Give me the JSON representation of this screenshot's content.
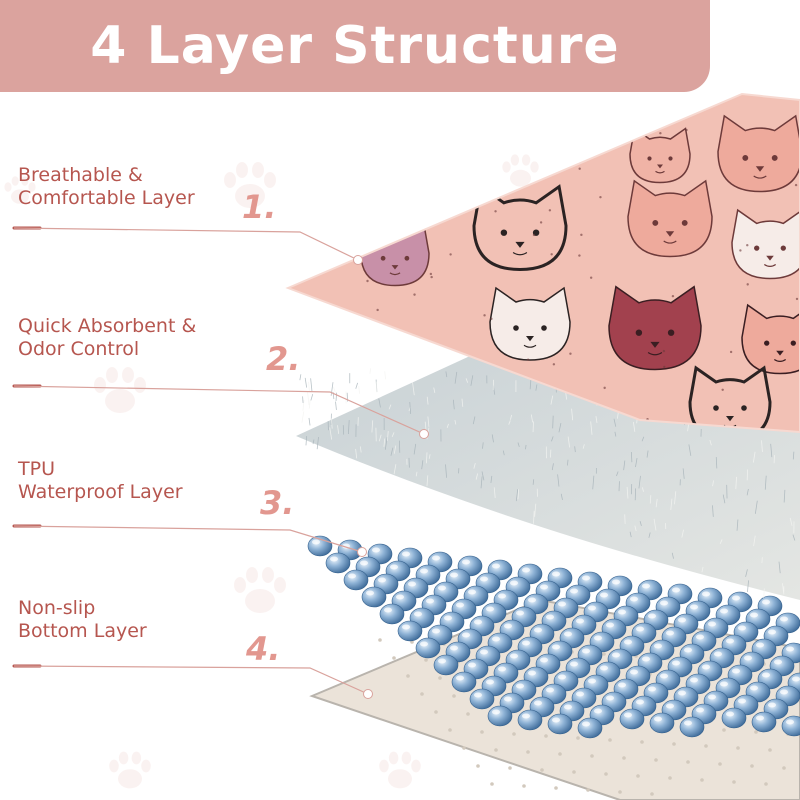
{
  "banner": {
    "title": "4 Layer Structure",
    "color": "#dba39e"
  },
  "colors": {
    "label": "#b6564f",
    "number": "#e2978f",
    "leader": "#d9a29c",
    "paw": "#e9b9b3"
  },
  "icons": [
    "paw-print-icon"
  ],
  "layers": [
    {
      "lines": [
        "Breathable &",
        "Comfortable Layer"
      ],
      "number": "1."
    },
    {
      "lines": [
        "Quick Absorbent &",
        "Odor Control"
      ],
      "number": "2."
    },
    {
      "lines": [
        "TPU",
        "Waterproof Layer"
      ],
      "number": "3."
    },
    {
      "lines": [
        "Non-slip",
        "Bottom Layer"
      ],
      "number": "4."
    }
  ]
}
